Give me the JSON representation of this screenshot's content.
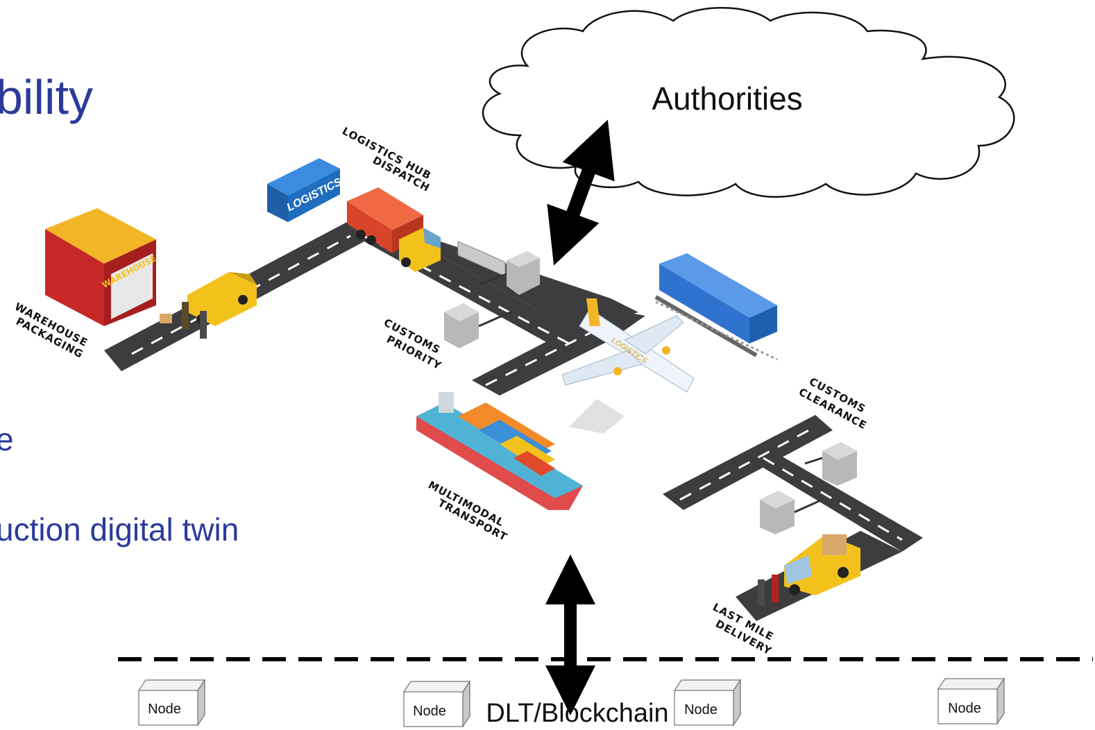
{
  "slide": {
    "fragments": [
      "bility",
      "e",
      "uction digital twin"
    ]
  },
  "authorities": {
    "label": "Authorities"
  },
  "stages": {
    "warehouse": [
      "WAREHOUSE",
      "PACKAGING"
    ],
    "hub": [
      "LOGISTICS HUB",
      "DISPATCH"
    ],
    "customs_priority": [
      "CUSTOMS",
      "PRIORITY"
    ],
    "multimodal": [
      "MULTIMODAL",
      "TRANSPORT"
    ],
    "customs_clearance": [
      "CUSTOMS",
      "CLEARANCE"
    ],
    "last_mile": [
      "LAST MILE",
      "DELIVERY"
    ]
  },
  "vehicle_text": {
    "container": "LOGISTICS",
    "warehouse_sign": "WAREHOUSE",
    "plane": "LOGISTICS"
  },
  "blockchain": {
    "label": "DLT/Blockchain"
  },
  "nodes": [
    "Node",
    "Node",
    "Node",
    "Node"
  ],
  "colors": {
    "slide_text": "#2b3a9a",
    "road": "#3d3d3f",
    "truck_yellow": "#f2c11c",
    "container_blue": "#1f6dbf",
    "container_red": "#e04a2a",
    "warehouse_red": "#c62828"
  }
}
